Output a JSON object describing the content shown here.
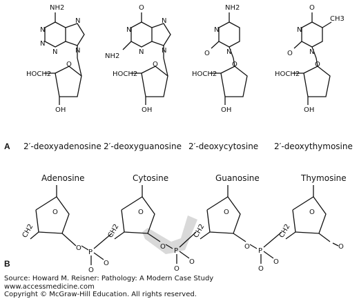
{
  "panel_a": {
    "marker": "A",
    "nucleosides": [
      {
        "label": "2′-deoxyadenosine",
        "base_substituents": [
          "NH2"
        ],
        "sugar_atoms": [
          "HOCH2",
          "O",
          "OH"
        ]
      },
      {
        "label": "2′-deoxyguanosine",
        "base_substituents": [
          "O",
          "NH2"
        ],
        "sugar_atoms": [
          "HOCH2",
          "O",
          "OH"
        ]
      },
      {
        "label": "2′-deoxycytosine",
        "base_substituents": [
          "NH2",
          "O"
        ],
        "sugar_atoms": [
          "HOCH2",
          "O",
          "OH"
        ]
      },
      {
        "label": "2′-deoxythymosine",
        "base_substituents": [
          "O",
          "O",
          "CH3"
        ],
        "sugar_atoms": [
          "HOCH2",
          "O",
          "OH"
        ]
      }
    ],
    "ring_atom": "N"
  },
  "panel_b": {
    "marker": "B",
    "bases": [
      "Adenosine",
      "Cytosine",
      "Guanosine",
      "Thymosine"
    ],
    "sugar_atoms": {
      "carbon": "CH2",
      "oxygen": "O"
    },
    "phosphate_atoms": {
      "p": "P",
      "o": "O"
    }
  },
  "source": {
    "line1": "Source: Howard M. Reisner: Pathology: A Modern Case Study",
    "line2": "www.accessmedicine.com",
    "line3": "Copyright © McGraw-Hill Education.  All rights reserved."
  },
  "colors": {
    "ink": "#111111",
    "highlight": "#d9d9d9",
    "background": "#ffffff"
  }
}
